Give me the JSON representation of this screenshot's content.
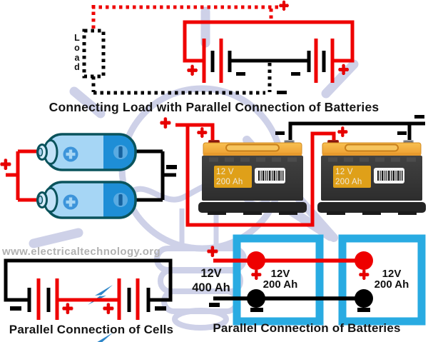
{
  "symbols": {
    "plus": "+",
    "minus": "−"
  },
  "watermark": {
    "text": "www.electricaltechnology.org"
  },
  "load_circuit": {
    "caption": "Connecting Load with Parallel Connection of Batteries",
    "load_letters": [
      "L",
      "o",
      "a",
      "d"
    ]
  },
  "car_batteries": {
    "battery1": {
      "line1": "12 V",
      "line2": "200 Ah"
    },
    "battery2": {
      "line1": "12 V",
      "line2": "200 Ah"
    }
  },
  "cells_circuit": {
    "caption": "Parallel Connection of Cells"
  },
  "batteries_circuit": {
    "caption": "Parallel Connection of Batteries",
    "combined_voltage": "12V",
    "combined_capacity": "400 Ah",
    "battery1": {
      "voltage": "12V",
      "capacity": "200 Ah"
    },
    "battery2": {
      "voltage": "12V",
      "capacity": "200 Ah"
    }
  },
  "colors": {
    "wire_red": "#ee0000",
    "wire_black": "#000000",
    "load_box_blue": "#29abe2",
    "battery_box_blue": "#29abe2",
    "bulb_watermark": "#c6c9e4",
    "battery_top_yellow": "#f2a93b",
    "battery_label_gold": "#dfa019",
    "cell_body_blue": "#a6d6f5",
    "cell_cap_blue": "#1e8ed6"
  }
}
